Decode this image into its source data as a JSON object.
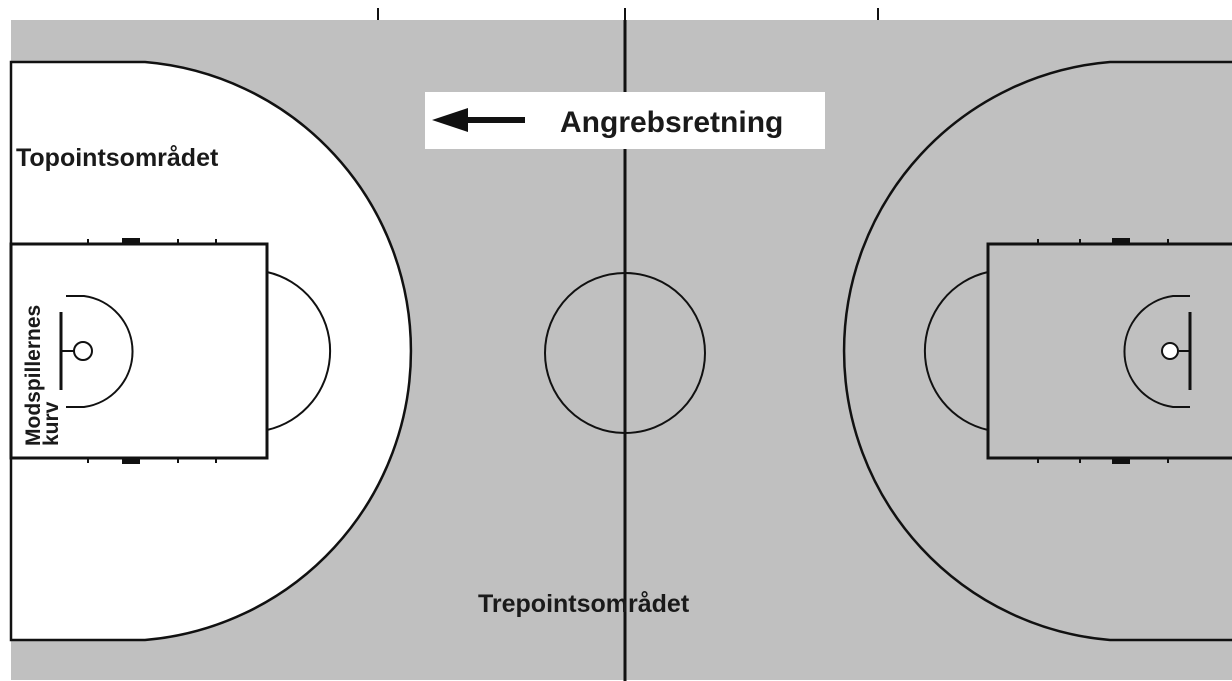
{
  "labels": {
    "direction": "Angrebsretning",
    "two_point_area": "Topointsområdet",
    "three_point_area": "Trepointsområdet",
    "opponent_basket_line1": "Modspillernes",
    "opponent_basket_line2": "kurv"
  },
  "colors": {
    "court_floor": "#c0c0c0",
    "two_point_zone": "#ffffff",
    "lines": "#111111",
    "background": "#ffffff"
  },
  "icons": {
    "direction_arrow": "arrow-left-icon"
  }
}
